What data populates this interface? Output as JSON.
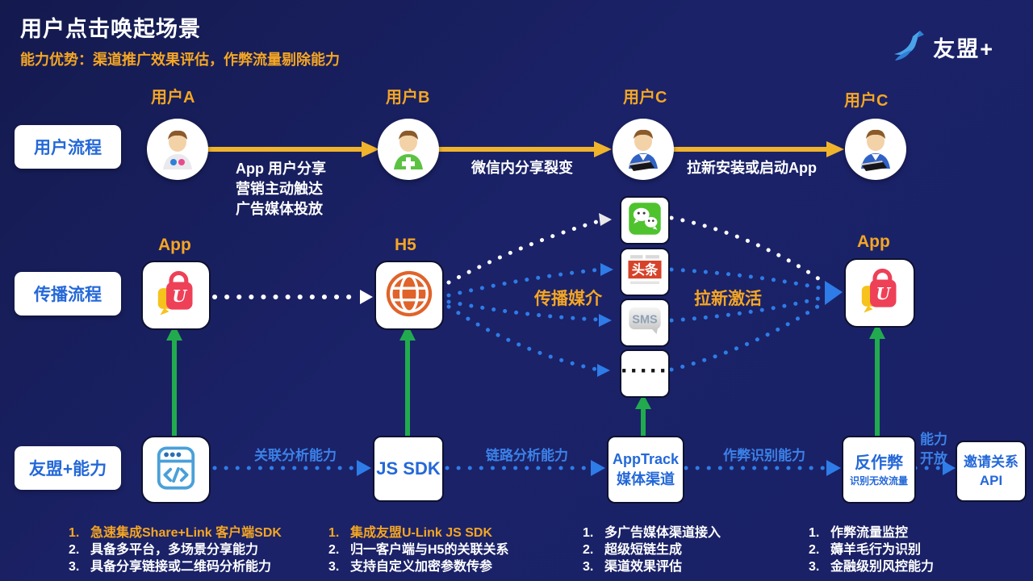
{
  "colors": {
    "background": "#1a2166",
    "accent_orange": "#f5a623",
    "box_text_blue": "#2468d8",
    "arrow_label_blue": "#3b82e8",
    "yellow_arrow": "#f0b32c",
    "green_arrow": "#21ab4e",
    "dotted_blue": "#2e7ce8",
    "wechat_green": "#4fc32e",
    "toutiao_red": "#d6432a",
    "h5_orange": "#e0632b",
    "app_bag_pink": "#ee4057"
  },
  "header": {
    "title": "用户点击唤起场景",
    "subtitle": "能力优势：渠道推广效果评估，作弊流量剔除能力",
    "logo_text": "友盟+"
  },
  "row_labels": {
    "user_flow": "用户流程",
    "spread_flow": "传播流程",
    "umeng_ability": "友盟+能力"
  },
  "user_flow": {
    "user_a": "用户A",
    "user_b": "用户B",
    "user_c1": "用户C",
    "user_c2": "用户C",
    "arrow1_line1": "App 用户分享",
    "arrow1_line2": "营销主动触达",
    "arrow1_line3": "广告媒体投放",
    "arrow2_label": "微信内分享裂变",
    "arrow3_label": "拉新安装或启动App"
  },
  "spread_flow": {
    "app_label": "App",
    "h5_label": "H5",
    "media_label": "传播媒介",
    "activate_label": "拉新激活",
    "app_right_label": "App",
    "toutiao_text": "头条",
    "sms_text": "SMS",
    "more_text": "·····"
  },
  "ability_flow": {
    "arrow1_label": "关联分析能力",
    "js_sdk_label": "JS SDK",
    "arrow2_label": "链路分析能力",
    "apptrack_line1": "AppTrack",
    "apptrack_line2": "媒体渠道",
    "arrow3_label": "作弊识别能力",
    "anticheat_line1": "反作弊",
    "anticheat_line2": "识别无效流量",
    "open_line1": "能力",
    "open_line2": "开放",
    "api_line1": "邀请关系",
    "api_line2": "API"
  },
  "lists": [
    {
      "items": [
        {
          "num": "1.",
          "text": "急速集成Share+Link 客户端SDK"
        },
        {
          "num": "2.",
          "text": "具备多平台，多场景分享能力"
        },
        {
          "num": "3.",
          "text": "具备分享链接或二维码分析能力"
        }
      ]
    },
    {
      "items": [
        {
          "num": "1.",
          "text": "集成友盟U-Link  JS SDK"
        },
        {
          "num": "2.",
          "text": "归一客户端与H5的关联关系"
        },
        {
          "num": "3.",
          "text": "支持自定义加密参数传参"
        }
      ]
    },
    {
      "items": [
        {
          "num": "1.",
          "text": "多广告媒体渠道接入"
        },
        {
          "num": "2.",
          "text": "超级短链生成"
        },
        {
          "num": "3.",
          "text": "渠道效果评估"
        }
      ]
    },
    {
      "items": [
        {
          "num": "1.",
          "text": "作弊流量监控"
        },
        {
          "num": "2.",
          "text": "薅羊毛行为识别"
        },
        {
          "num": "3.",
          "text": "金融级别风控能力"
        }
      ]
    }
  ]
}
